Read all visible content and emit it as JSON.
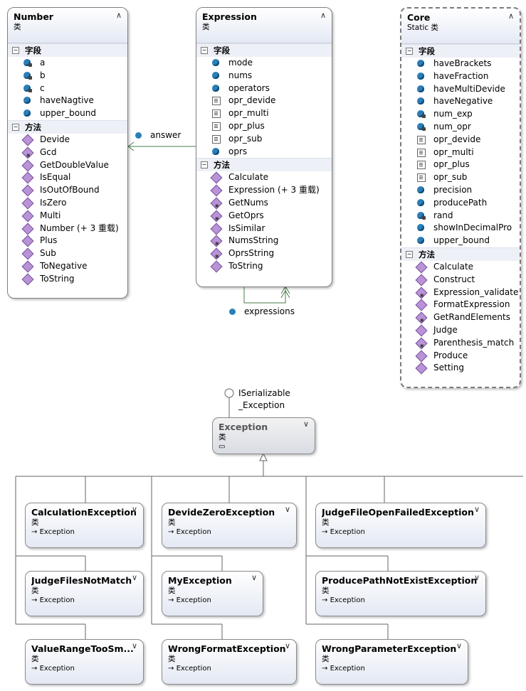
{
  "number": {
    "name": "Number",
    "kind": "类",
    "fields_label": "字段",
    "methods_label": "方法",
    "fields": [
      {
        "name": "a",
        "icon": "private-field-icon"
      },
      {
        "name": "b",
        "icon": "private-field-icon"
      },
      {
        "name": "c",
        "icon": "private-field-icon"
      },
      {
        "name": "haveNagtive",
        "icon": "field-icon"
      },
      {
        "name": "upper_bound",
        "icon": "field-icon"
      }
    ],
    "methods": [
      "Devide",
      "Gcd",
      "GetDoubleValue",
      "IsEqual",
      "IsOutOfBound",
      "IsZero",
      "Multi",
      "Number (+ 3 重载)",
      "Plus",
      "Sub",
      "ToNegative",
      "ToString"
    ]
  },
  "expression": {
    "name": "Expression",
    "kind": "类",
    "fields_label": "字段",
    "methods_label": "方法",
    "fields": [
      {
        "name": "mode",
        "icon": "field-icon"
      },
      {
        "name": "nums",
        "icon": "field-icon"
      },
      {
        "name": "operators",
        "icon": "field-icon"
      },
      {
        "name": "opr_devide",
        "icon": "property-icon"
      },
      {
        "name": "opr_multi",
        "icon": "property-icon"
      },
      {
        "name": "opr_plus",
        "icon": "property-icon"
      },
      {
        "name": "opr_sub",
        "icon": "property-icon"
      },
      {
        "name": "oprs",
        "icon": "field-icon"
      }
    ],
    "methods": [
      "Calculate",
      "Expression (+ 3 重载)",
      "GetNums",
      "GetOprs",
      "IsSimilar",
      "NumsString",
      "OprsString",
      "ToString"
    ],
    "method_locks": [
      false,
      false,
      true,
      true,
      false,
      true,
      true,
      false
    ]
  },
  "core": {
    "name": "Core",
    "kind": "Static 类",
    "fields_label": "字段",
    "methods_label": "方法",
    "fields": [
      {
        "name": "haveBrackets",
        "icon": "field-icon"
      },
      {
        "name": "haveFraction",
        "icon": "field-icon"
      },
      {
        "name": "haveMultiDevide",
        "icon": "field-icon"
      },
      {
        "name": "haveNegative",
        "icon": "field-icon"
      },
      {
        "name": "num_exp",
        "icon": "private-field-icon"
      },
      {
        "name": "num_opr",
        "icon": "private-field-icon"
      },
      {
        "name": "opr_devide",
        "icon": "property-icon"
      },
      {
        "name": "opr_multi",
        "icon": "property-icon"
      },
      {
        "name": "opr_plus",
        "icon": "property-icon"
      },
      {
        "name": "opr_sub",
        "icon": "property-icon"
      },
      {
        "name": "precision",
        "icon": "field-icon"
      },
      {
        "name": "producePath",
        "icon": "field-icon"
      },
      {
        "name": "rand",
        "icon": "private-field-icon"
      },
      {
        "name": "showInDecimalPro",
        "icon": "field-icon"
      },
      {
        "name": "upper_bound",
        "icon": "field-icon"
      }
    ],
    "methods": [
      "Calculate",
      "Construct",
      "Expression_validate",
      "FormatExpression",
      "GetRandElements",
      "Judge",
      "Parenthesis_match",
      "Produce",
      "Setting"
    ],
    "method_locks": [
      false,
      false,
      true,
      false,
      true,
      false,
      true,
      false,
      false
    ]
  },
  "associations": {
    "answer": "answer",
    "expressions": "expressions"
  },
  "interface": {
    "line1": "ISerializable",
    "line2": "_Exception"
  },
  "base_exception": {
    "name": "Exception",
    "kind": "类"
  },
  "exceptions": [
    {
      "name": "CalculationException",
      "kind": "类",
      "inherits": "Exception"
    },
    {
      "name": "DevideZeroException",
      "kind": "类",
      "inherits": "Exception"
    },
    {
      "name": "JudgeFileOpenFailedException",
      "kind": "类",
      "inherits": "Exception"
    },
    {
      "name": "JudgeFilesNotMatch",
      "kind": "类",
      "inherits": "Exception"
    },
    {
      "name": "MyException",
      "kind": "类",
      "inherits": "Exception"
    },
    {
      "name": "ProducePathNotExistException",
      "kind": "类",
      "inherits": "Exception"
    },
    {
      "name": "ValueRangeTooSm...",
      "kind": "类",
      "inherits": "Exception"
    },
    {
      "name": "WrongFormatException",
      "kind": "类",
      "inherits": "Exception"
    },
    {
      "name": "WrongParameterException",
      "kind": "类",
      "inherits": "Exception"
    }
  ]
}
